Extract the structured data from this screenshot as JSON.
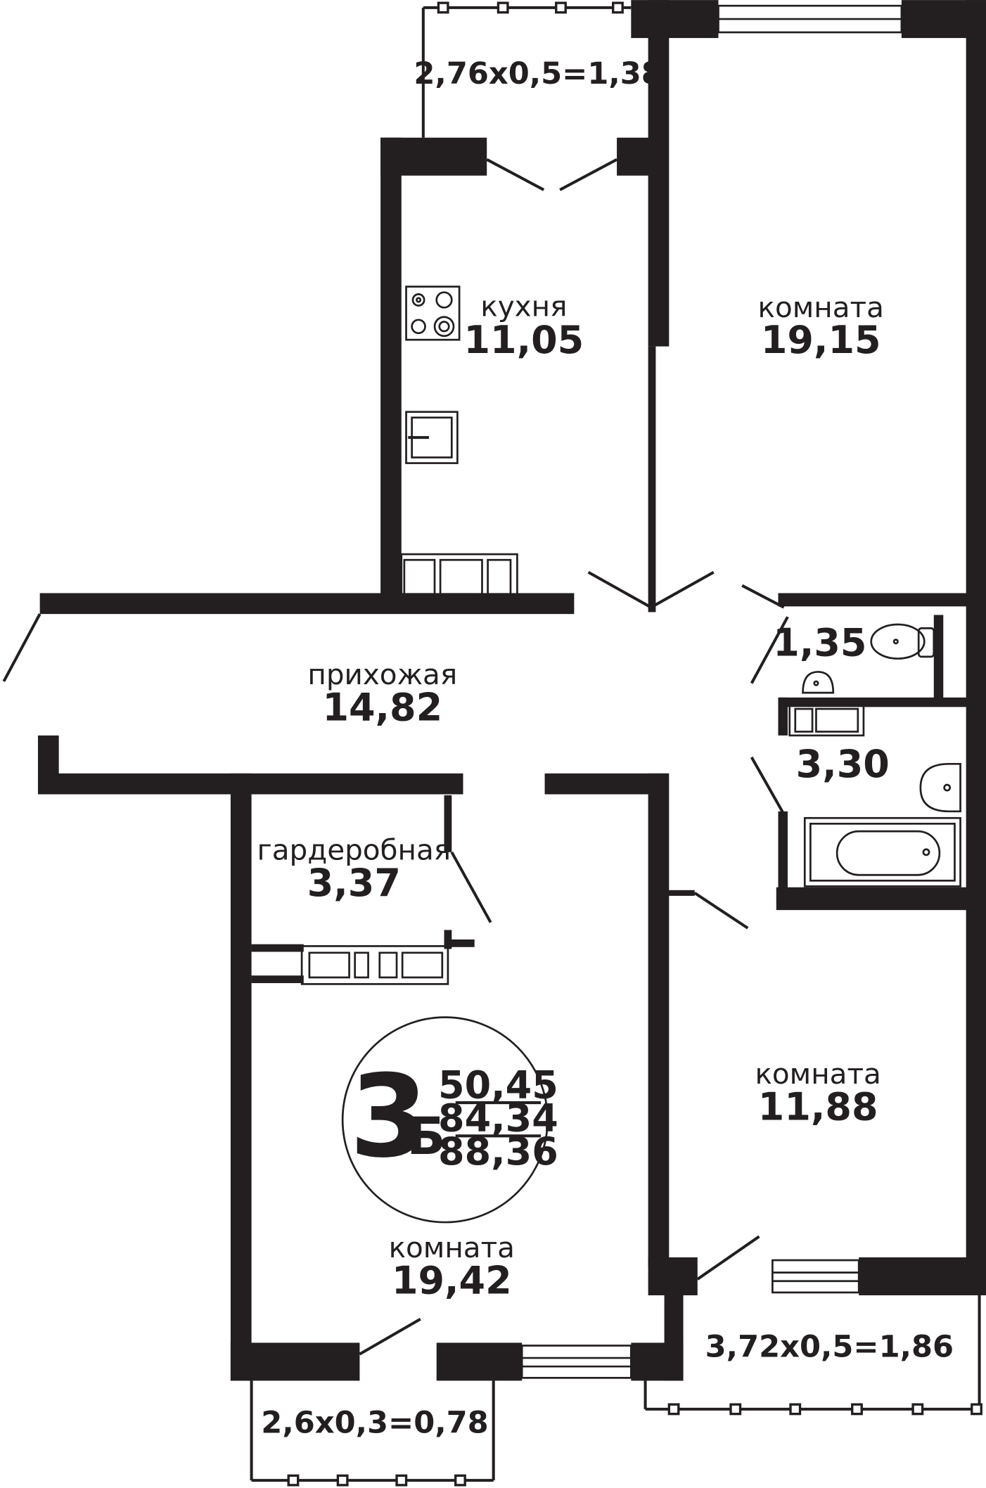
{
  "plan": {
    "colors": {
      "wall": "#231f20",
      "background": "#ffffff"
    },
    "rooms": {
      "kitchen": {
        "name": "кухня",
        "area": "11,05"
      },
      "room_top": {
        "name": "комната",
        "area": "19,15"
      },
      "hallway": {
        "name": "прихожая",
        "area": "14,82"
      },
      "toilet": {
        "area": "1,35"
      },
      "bath": {
        "area": "3,30"
      },
      "wardrobe": {
        "name": "гардеробная",
        "area": "3,37"
      },
      "room_right": {
        "name": "комната",
        "area": "11,88"
      },
      "room_left": {
        "name": "комната",
        "area": "19,42"
      }
    },
    "balconies": {
      "top": "2,76х0,5=1,38",
      "bottom_right": "3,72х0,5=1,86",
      "bottom_left": "2,6х0,3=0,78"
    },
    "badge": {
      "rooms": "3",
      "type": "Б",
      "living_area": "50,45",
      "total_area": "84,34",
      "full_area": "88,36"
    }
  }
}
